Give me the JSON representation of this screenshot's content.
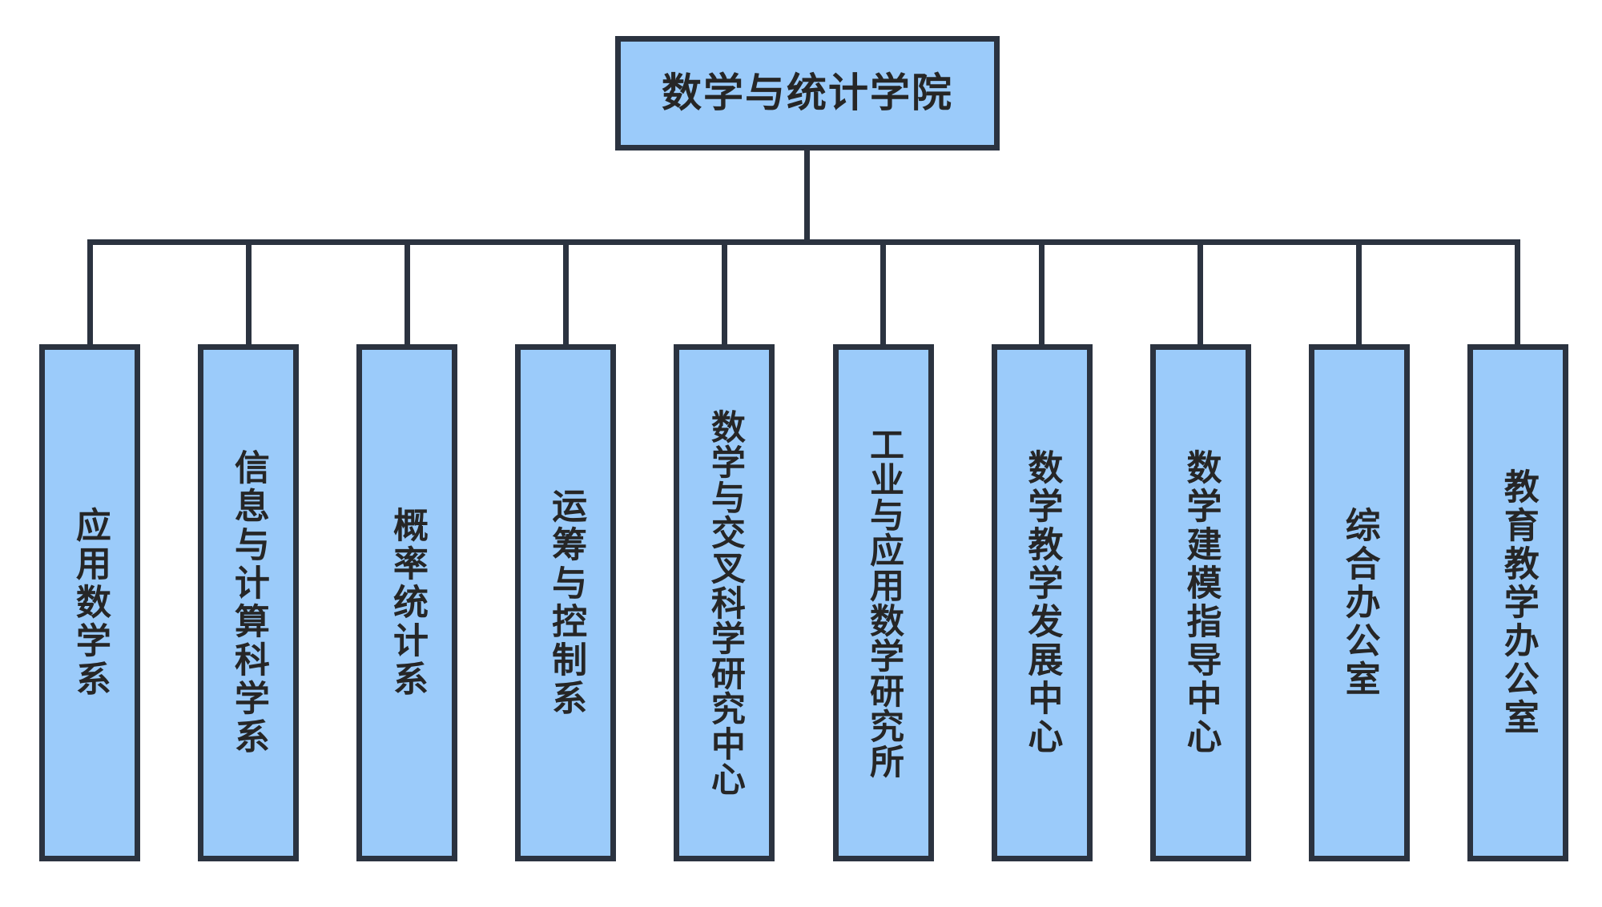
{
  "diagram": {
    "type": "org-chart",
    "orientation": "top-down",
    "background_color": "#FFFFFF",
    "node_fill_color": "#9BCBFA",
    "node_border_color": "#2B3340",
    "text_color": "#262626",
    "connector_color": "#2B3340",
    "root": {
      "label": "数学与统计学院",
      "text_direction": "horizontal"
    },
    "children": [
      {
        "label": "应用数学系",
        "text_direction": "vertical",
        "chars": 5
      },
      {
        "label": "信息与计算科学系",
        "text_direction": "vertical",
        "chars": 8
      },
      {
        "label": "概率统计系",
        "text_direction": "vertical",
        "chars": 5
      },
      {
        "label": "运筹与控制系",
        "text_direction": "vertical",
        "chars": 6
      },
      {
        "label": "数学与交叉科学研究中心",
        "text_direction": "vertical",
        "chars": 11
      },
      {
        "label": "工业与应用数学研究所",
        "text_direction": "vertical",
        "chars": 10
      },
      {
        "label": "数学教学发展中心",
        "text_direction": "vertical",
        "chars": 8
      },
      {
        "label": "数学建模指导中心",
        "text_direction": "vertical",
        "chars": 8
      },
      {
        "label": "综合办公室",
        "text_direction": "vertical",
        "chars": 5
      },
      {
        "label": "教育教学办公室",
        "text_direction": "vertical",
        "chars": 7
      }
    ]
  }
}
